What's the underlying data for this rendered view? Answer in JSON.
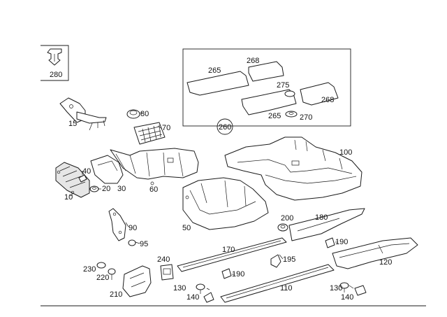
{
  "callouts": {
    "c10": "10",
    "c15": "15",
    "c20": "20",
    "c30": "30",
    "c40": "40",
    "c50": "50",
    "c60": "60",
    "c70": "70",
    "c80": "80",
    "c90": "90",
    "c95": "95",
    "c100": "100",
    "c110": "110",
    "c120": "120",
    "c130a": "130",
    "c130b": "130",
    "c140a": "140",
    "c140b": "140",
    "c170": "170",
    "c180": "180",
    "c190a": "190",
    "c190b": "190",
    "c195": "195",
    "c200": "200",
    "c210": "210",
    "c220": "220",
    "c230": "230",
    "c240": "240",
    "c260": "260",
    "c265a": "265",
    "c265b": "265",
    "c268a": "268",
    "c268b": "268",
    "c270": "270",
    "c275": "275",
    "c280": "280"
  }
}
